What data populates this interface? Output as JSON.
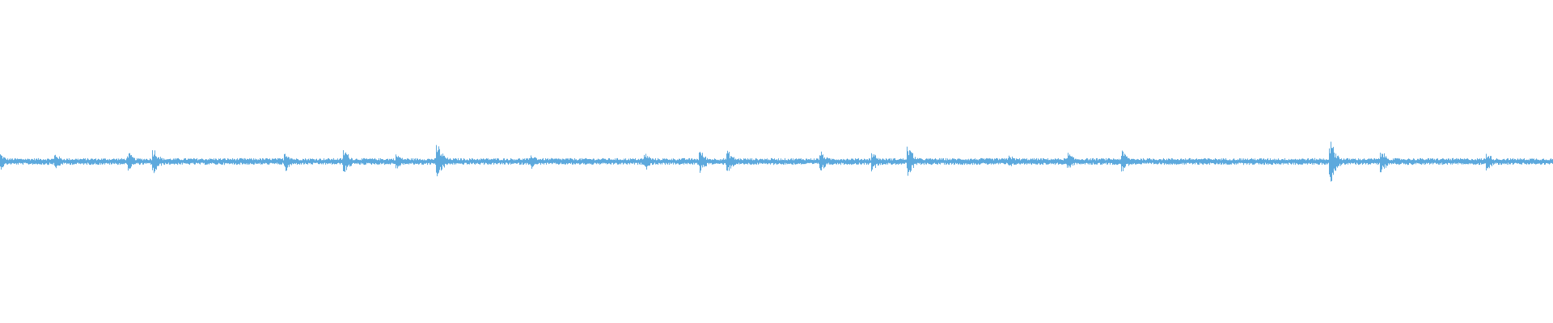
{
  "waveform": {
    "color": "#5DA9DD",
    "background": "#FFFFFF",
    "baseline_amplitude": 0.08,
    "transients": [
      {
        "t": 0.0,
        "amp": 0.22
      },
      {
        "t": 0.036,
        "amp": 0.2
      },
      {
        "t": 0.083,
        "amp": 0.22
      },
      {
        "t": 0.099,
        "amp": 0.34
      },
      {
        "t": 0.184,
        "amp": 0.26
      },
      {
        "t": 0.222,
        "amp": 0.3
      },
      {
        "t": 0.256,
        "amp": 0.18
      },
      {
        "t": 0.282,
        "amp": 0.42
      },
      {
        "t": 0.343,
        "amp": 0.18
      },
      {
        "t": 0.416,
        "amp": 0.2
      },
      {
        "t": 0.451,
        "amp": 0.28
      },
      {
        "t": 0.469,
        "amp": 0.26
      },
      {
        "t": 0.529,
        "amp": 0.24
      },
      {
        "t": 0.562,
        "amp": 0.24
      },
      {
        "t": 0.585,
        "amp": 0.38
      },
      {
        "t": 0.65,
        "amp": 0.18
      },
      {
        "t": 0.688,
        "amp": 0.22
      },
      {
        "t": 0.723,
        "amp": 0.26
      },
      {
        "t": 0.857,
        "amp": 0.5
      },
      {
        "t": 0.89,
        "amp": 0.26
      },
      {
        "t": 0.958,
        "amp": 0.22
      }
    ]
  }
}
